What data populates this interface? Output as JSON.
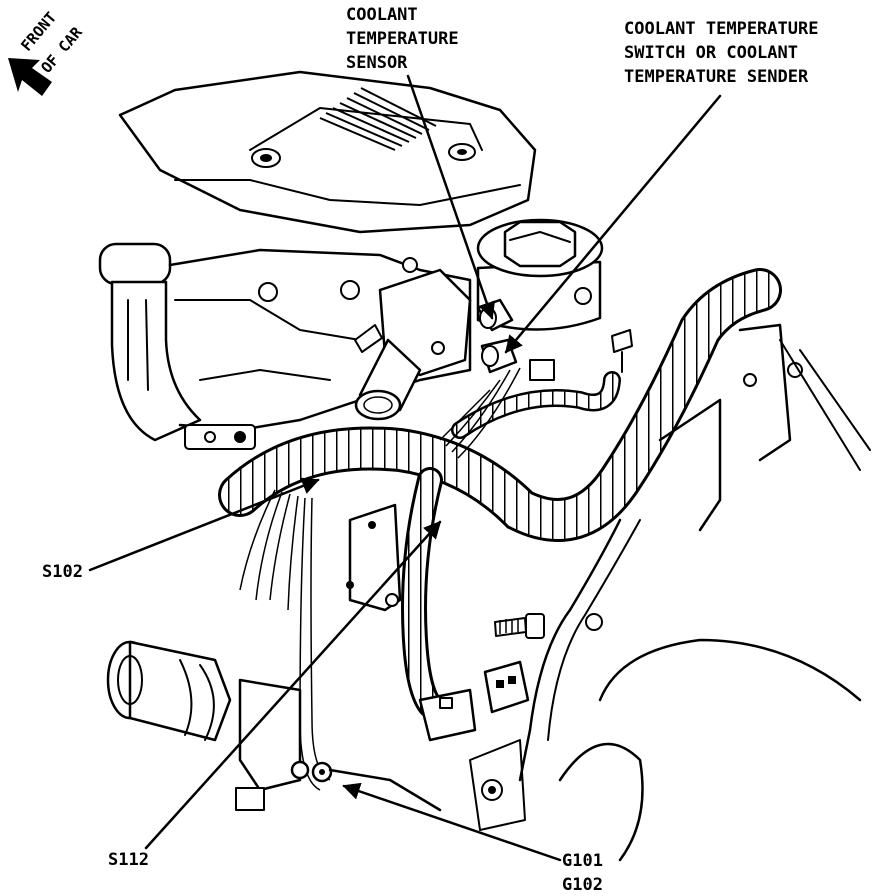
{
  "orientation": {
    "front_arrow": "FRONT OF CAR",
    "line1": "FRONT",
    "line2": "OF CAR"
  },
  "callouts": {
    "coolant_sensor": [
      "COOLANT",
      "TEMPERATURE",
      "SENSOR"
    ],
    "coolant_switch": [
      "COOLANT TEMPERATURE",
      "SWITCH OR COOLANT",
      "TEMPERATURE SENDER"
    ],
    "s102": "S102",
    "s112": "S112",
    "g101": "G101",
    "g102": "G102"
  }
}
